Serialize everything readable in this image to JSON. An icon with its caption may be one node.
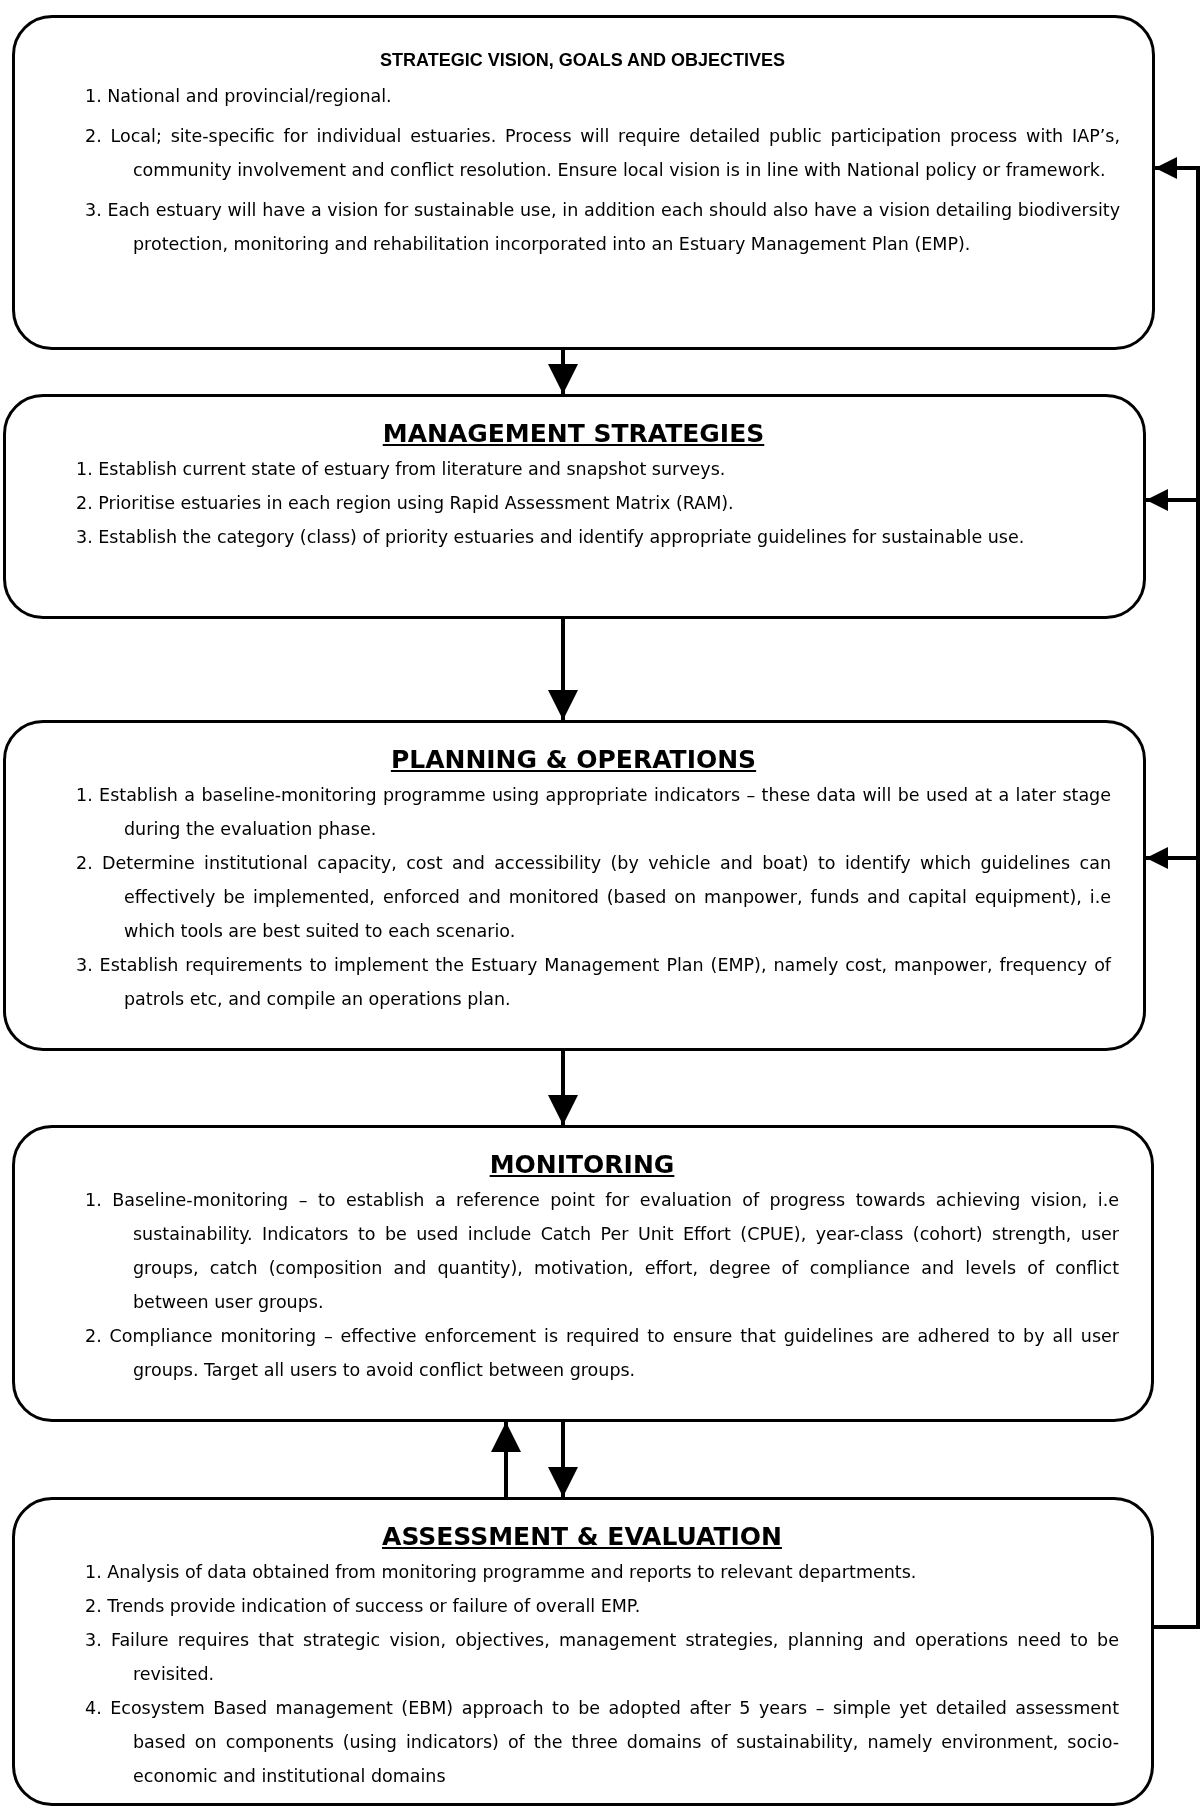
{
  "diagram": {
    "nodes": [
      {
        "text": [
          "STRATEGIC VISION, GOALS AND OBJECTIVES",
          "1. National and provincial/regional.",
          "2. Local; site-specific for individual estuaries. Process will require detailed public participation process with IAP’s, community involvement and conflict resolution. Ensure local vision is in line with National policy or framework.",
          "3. Each estuary will have a vision for sustainable use, in addition each should also have a vision detailing biodiversity protection, monitoring and rehabilitation incorporated into an Estuary Management Plan (EMP)."
        ]
      },
      {
        "text": [
          "MANAGEMENT STRATEGIES",
          "1. Establish current state of estuary from literature and snapshot surveys.",
          "2. Prioritise estuaries in each region using Rapid Assessment Matrix (RAM).",
          "3. Establish the category (class) of priority estuaries and identify appropriate guidelines for sustainable use."
        ]
      },
      {
        "text": [
          "PLANNING & OPERATIONS",
          "1. Establish a baseline-monitoring programme using appropriate indicators – these data will be used at a later stage during the evaluation phase.",
          "2. Determine institutional capacity, cost and accessibility (by vehicle and boat) to identify which guidelines can effectively be implemented, enforced and monitored (based on manpower, funds and capital equipment), i.e which tools are best suited to each scenario.",
          "3. Establish requirements to implement the Estuary Management Plan (EMP), namely cost, manpower, frequency of patrols etc, and compile an operations plan."
        ]
      },
      {
        "text": [
          "MONITORING",
          "1. Baseline-monitoring – to establish a reference point for evaluation of progress towards achieving vision, i.e sustainability. Indicators to be used include Catch Per Unit Effort (CPUE), year-class (cohort) strength, user groups, catch (composition and quantity), motivation, effort, degree of compliance and levels of conflict between user groups.",
          "2. Compliance monitoring – effective enforcement is required to ensure that guidelines are adhered to by all user groups. Target all users to avoid conflict between groups."
        ]
      },
      {
        "text": [
          "ASSESSMENT & EVALUATION",
          "1. Analysis of data obtained from monitoring programme and reports to relevant departments.",
          "2. Trends provide indication of success or failure of overall EMP.",
          "3. Failure requires that strategic vision, objectives, management strategies, planning and operations need to be revisited.",
          "4. Ecosystem Based management (EBM) approach to be adopted after 5 years – simple yet detailed assessment based on components (using indicators) of the three domains of sustainability, namely environment, socio-economic and institutional domains"
        ]
      }
    ],
    "edges": [
      {
        "from": 0,
        "to": 1,
        "arrow": "to"
      },
      {
        "from": 1,
        "to": 2,
        "arrow": "to"
      },
      {
        "from": 2,
        "to": 3,
        "arrow": "to"
      },
      {
        "from": 3,
        "to": 4,
        "arrow": "to"
      },
      {
        "from": 4,
        "to": 3,
        "arrow": "to"
      },
      {
        "from": 4,
        "to": 0,
        "arrow": "to"
      },
      {
        "from": 4,
        "to": 1,
        "arrow": "to"
      },
      {
        "from": 4,
        "to": 2,
        "arrow": "to"
      }
    ]
  }
}
